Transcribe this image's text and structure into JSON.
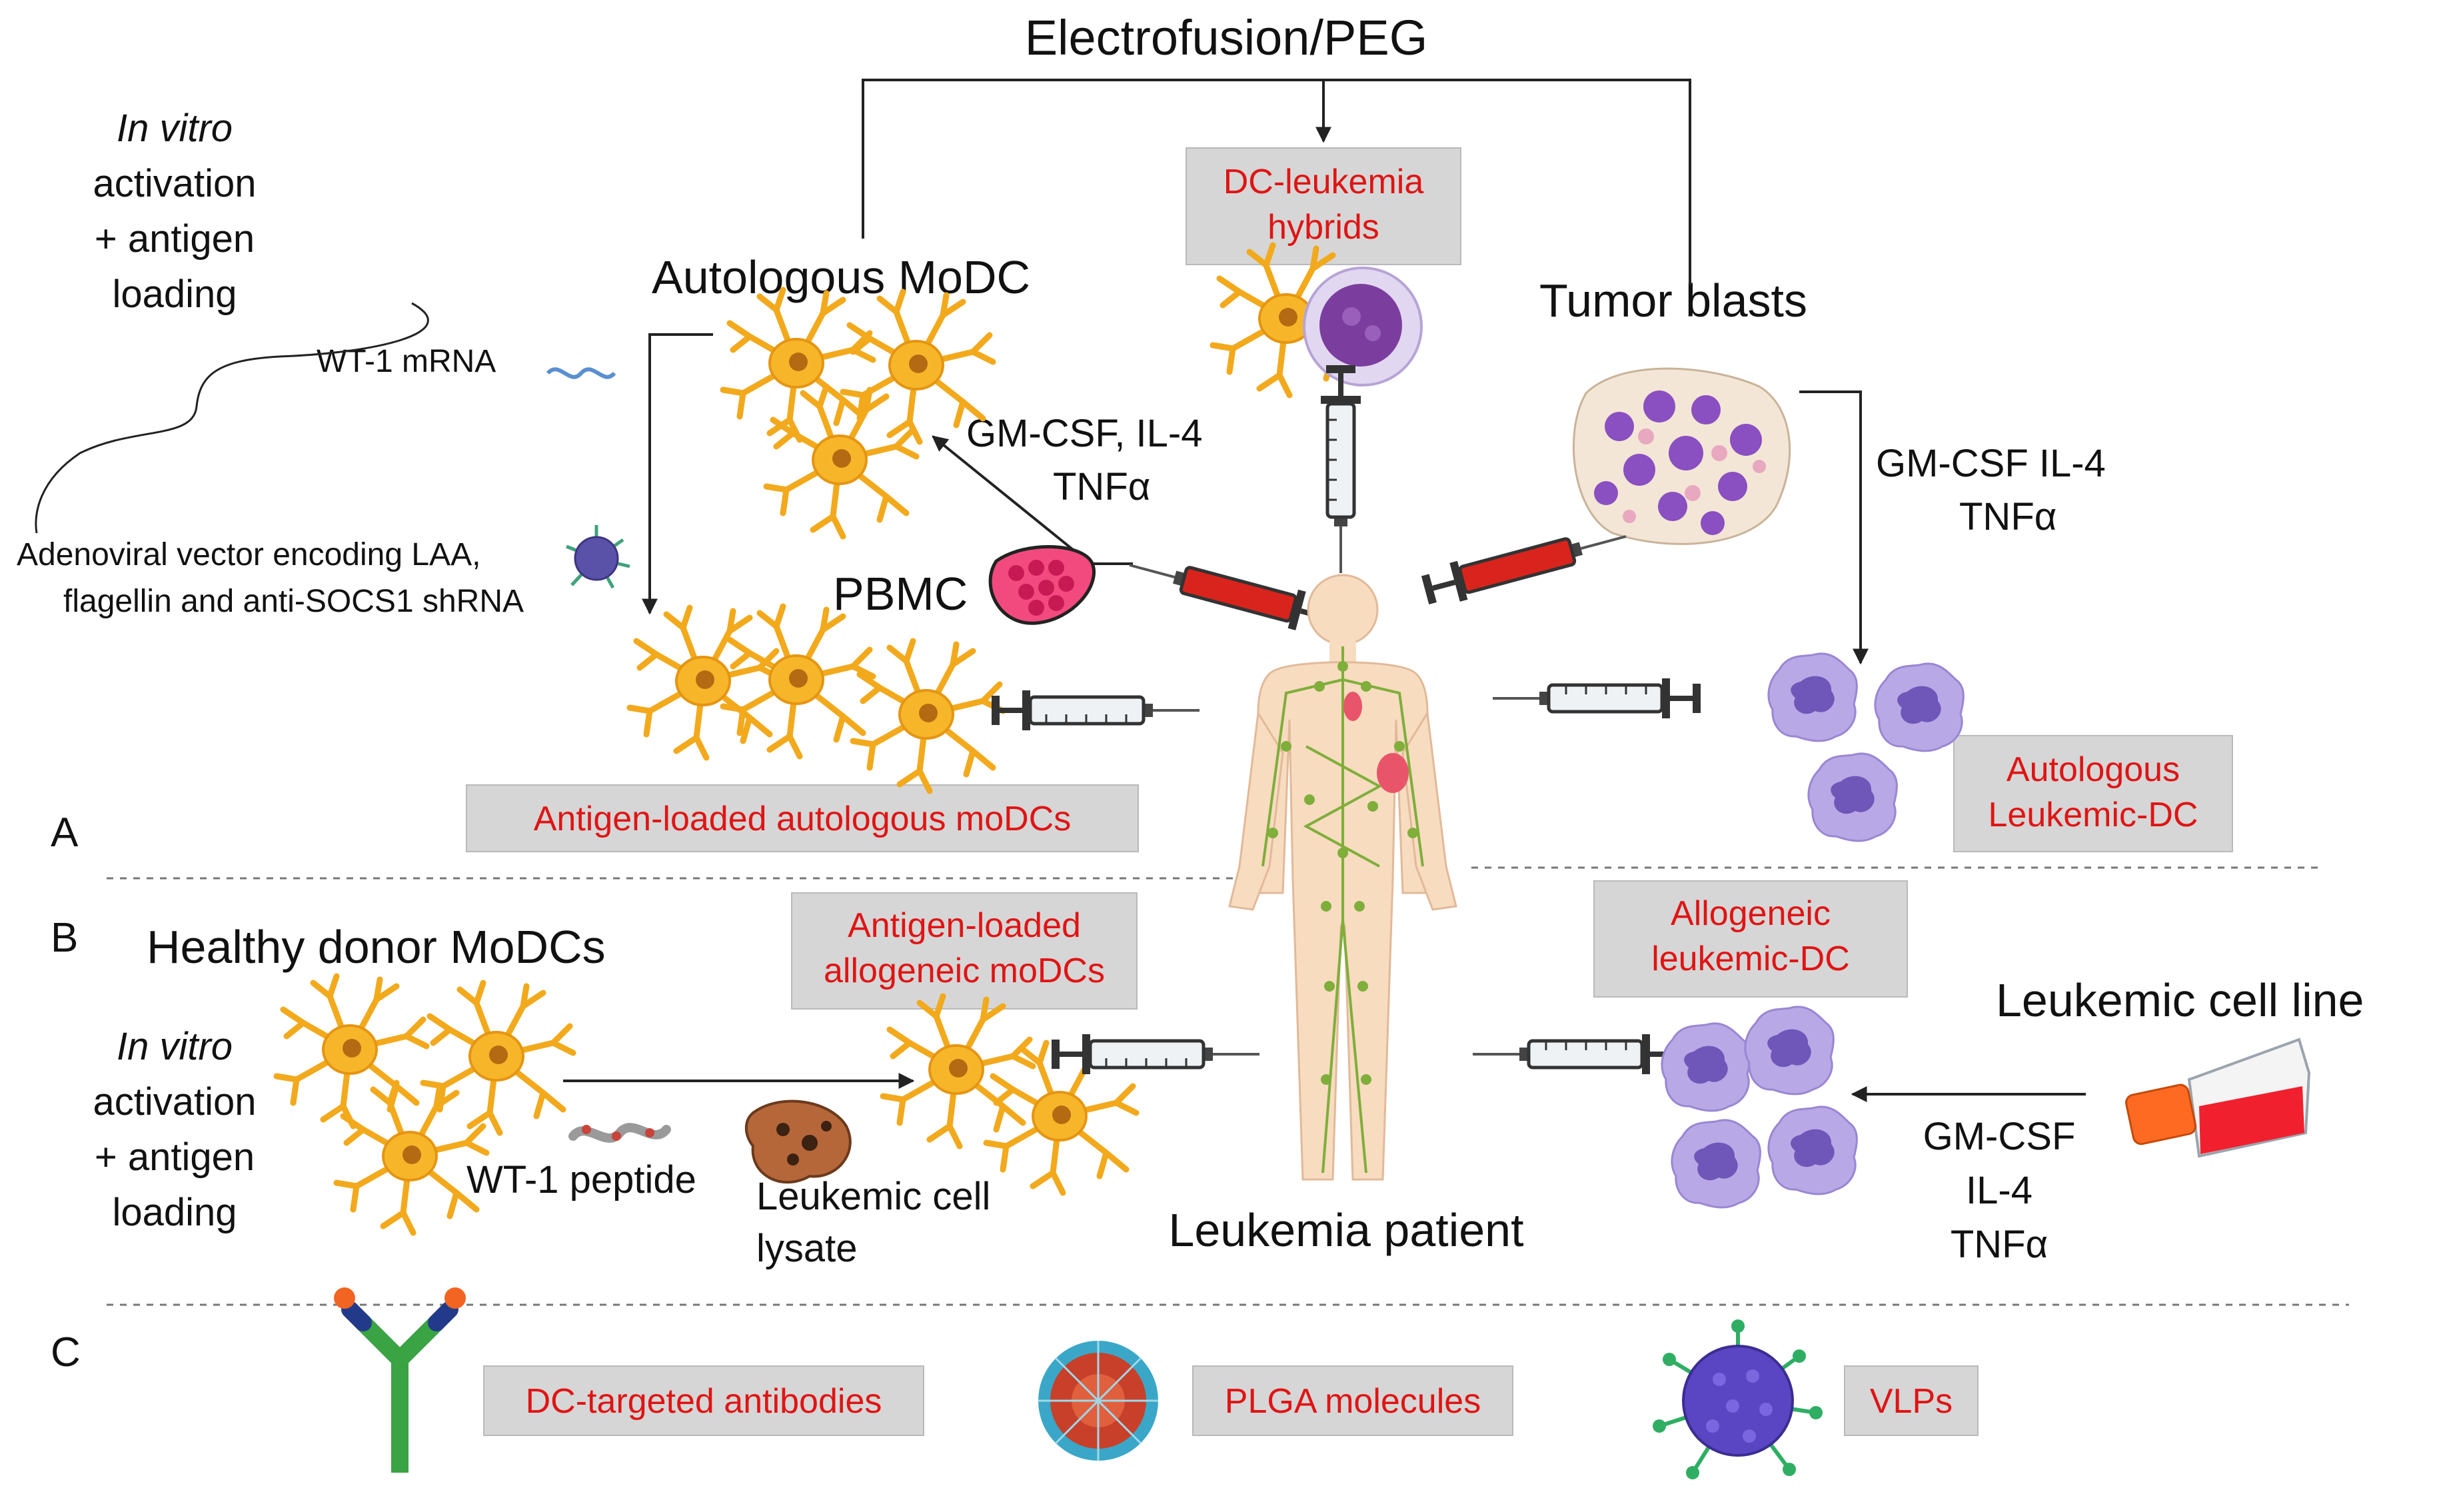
{
  "header": {
    "title": "Electrofusion/PEG"
  },
  "panel_labels": {
    "a": "A",
    "b": "B",
    "c": "C"
  },
  "section_a": {
    "in_vitro_title": [
      "In vitro",
      "activation",
      "+ antigen",
      "loading"
    ],
    "autologous_modc": "Autologous MoDC",
    "tumor_blasts": "Tumor blasts",
    "wt1_mrna": "WT-1 mRNA",
    "adenoviral": [
      "Adenoviral vector encoding LAA,",
      "flagellin and anti-SOCS1 shRNA"
    ],
    "cytokines_mid": [
      "GM-CSF,  IL-4",
      "TNFα"
    ],
    "cytokines_right": [
      "GM-CSF  IL-4",
      "TNFα"
    ],
    "pbmc": "PBMC",
    "box_dc_leukemia": [
      "DC-leukemia",
      "hybrids"
    ],
    "box_antigen_loaded": "Antigen-loaded autologous moDCs",
    "box_autologous_leukemic": [
      "Autologous",
      "Leukemic-DC"
    ]
  },
  "section_b": {
    "healthy_donor": "Healthy donor MoDCs",
    "in_vitro_title": [
      "In vitro",
      "activation",
      "+ antigen",
      "loading"
    ],
    "wt1_peptide": "WT-1 peptide",
    "leukemic_lysate": [
      "Leukemic cell",
      "lysate"
    ],
    "box_antigen_allogeneic": [
      "Antigen-loaded",
      "allogeneic moDCs"
    ],
    "box_allogeneic_leukemic": [
      "Allogeneic",
      "leukemic-DC"
    ],
    "leukemic_cell_line": "Leukemic cell line",
    "cytokines": [
      "GM-CSF",
      "IL-4",
      "TNFα"
    ],
    "patient": "Leukemia patient"
  },
  "section_c": {
    "box_antibodies": "DC-targeted antibodies",
    "box_plga": "PLGA molecules",
    "box_vlps": "VLPs"
  },
  "colors": {
    "box_fill": "#d6d6d6",
    "label_red": "#e01414",
    "dc_orange": "#f5a623",
    "leukemic_purple": "#a48fd6",
    "body_skin": "#f7dcc0",
    "lymph_green": "#7fae3a"
  }
}
